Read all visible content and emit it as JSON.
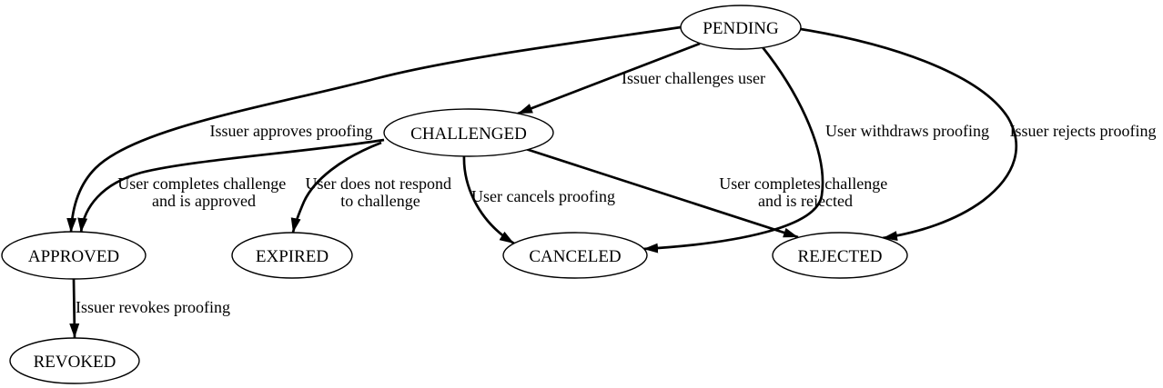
{
  "diagram": {
    "colors": {
      "background": "#ffffff",
      "node_fill": "#ffffff",
      "node_stroke": "#000000",
      "edge_color": "#000000",
      "text_color": "#000000"
    },
    "nodes": [
      {
        "id": "pending",
        "label": "PENDING"
      },
      {
        "id": "challenged",
        "label": "CHALLENGED"
      },
      {
        "id": "approved",
        "label": "APPROVED"
      },
      {
        "id": "expired",
        "label": "EXPIRED"
      },
      {
        "id": "canceled",
        "label": "CANCELED"
      },
      {
        "id": "rejected",
        "label": "REJECTED"
      },
      {
        "id": "revoked",
        "label": "REVOKED"
      }
    ],
    "edges": [
      {
        "from": "PENDING",
        "to": "CHALLENGED",
        "label": "Issuer challenges user"
      },
      {
        "from": "PENDING",
        "to": "APPROVED",
        "label": "Issuer approves proofing"
      },
      {
        "from": "PENDING",
        "to": "CANCELED",
        "label": "User withdraws proofing"
      },
      {
        "from": "PENDING",
        "to": "REJECTED",
        "label": "Issuer rejects proofing"
      },
      {
        "from": "CHALLENGED",
        "to": "APPROVED",
        "label": "User completes challenge and is approved",
        "label_lines": [
          "User completes challenge",
          "and is approved"
        ]
      },
      {
        "from": "CHALLENGED",
        "to": "EXPIRED",
        "label": "User does not respond to challenge",
        "label_lines": [
          "User does not respond",
          "to challenge"
        ]
      },
      {
        "from": "CHALLENGED",
        "to": "CANCELED",
        "label": "User cancels proofing"
      },
      {
        "from": "CHALLENGED",
        "to": "REJECTED",
        "label": "User completes challenge and is rejected",
        "label_lines": [
          "User completes challenge",
          "and is rejected"
        ]
      },
      {
        "from": "APPROVED",
        "to": "REVOKED",
        "label": "Issuer revokes proofing"
      }
    ]
  }
}
